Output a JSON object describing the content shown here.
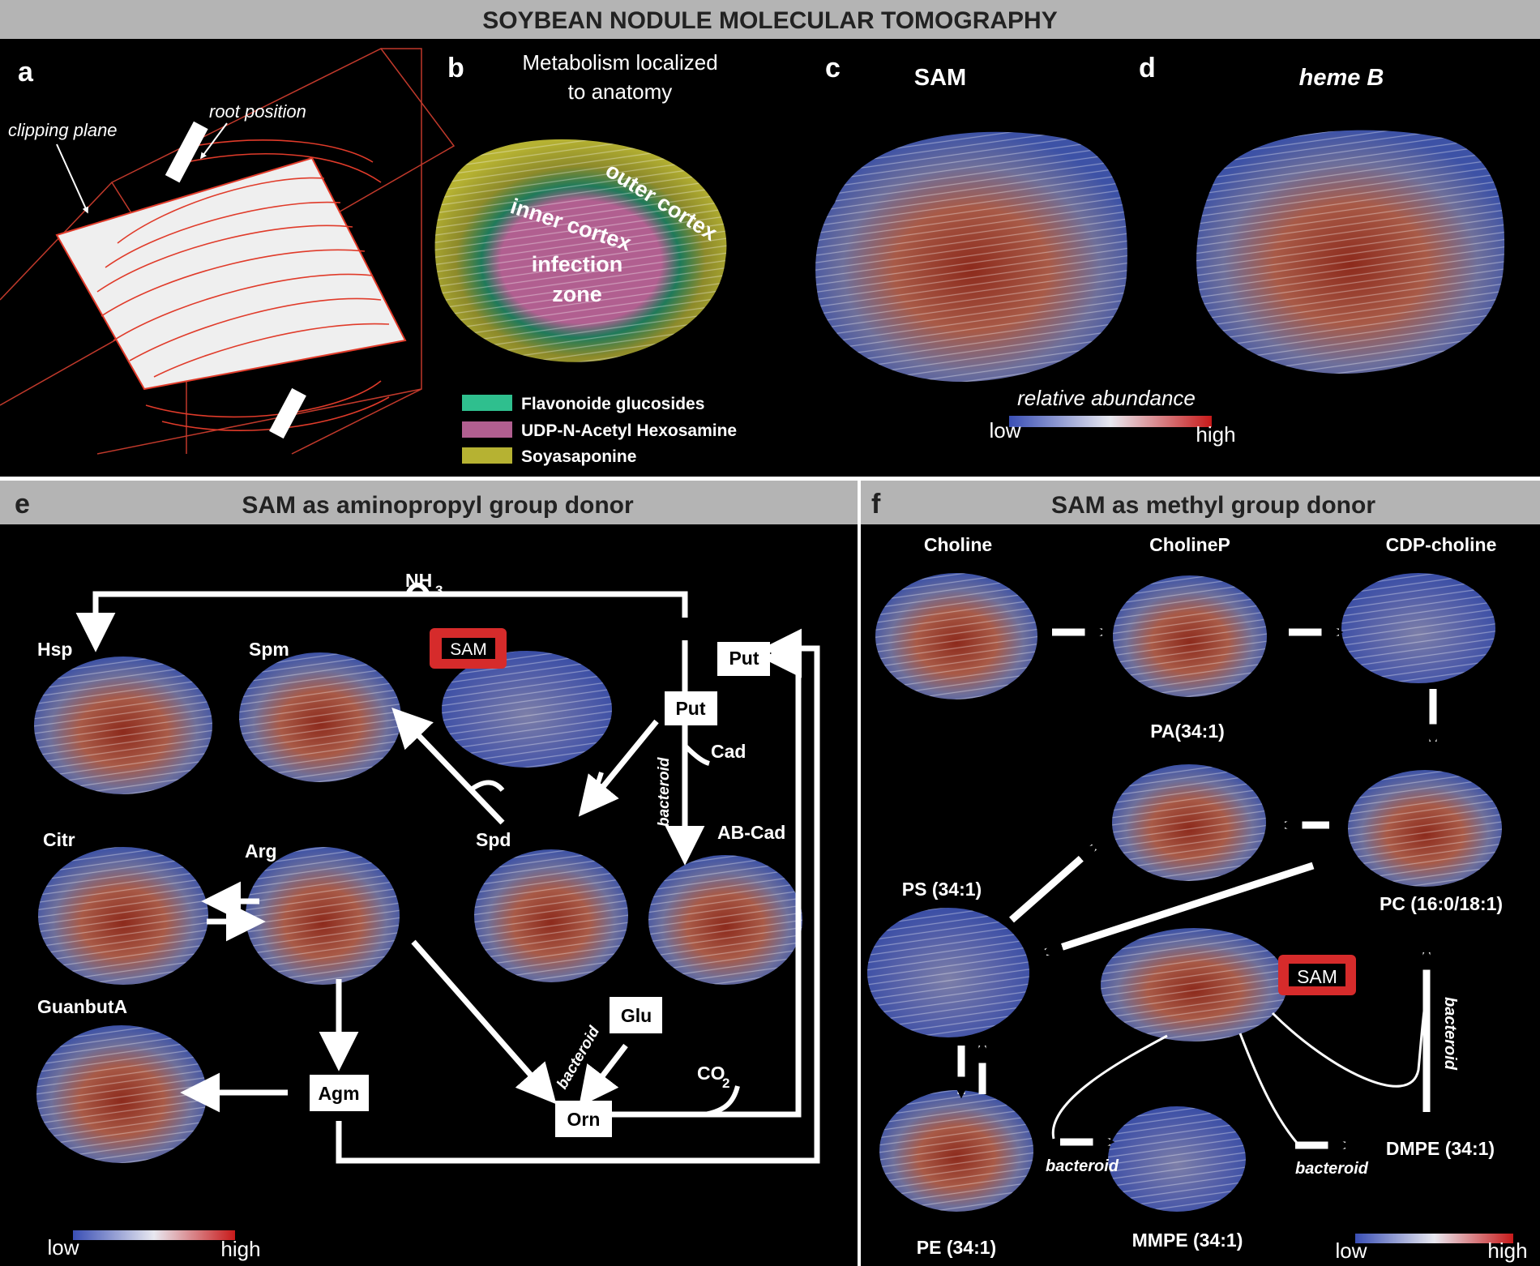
{
  "title": "SOYBEAN NODULE MOLECULAR TOMOGRAPHY",
  "colors": {
    "header_bg": "#b4b4b4",
    "panel_bg": "#000000",
    "arrow": "#ffffff",
    "sam_box": "#d62b2b",
    "clip_lines": "#e03b2a",
    "flavonoide": "#2fbf8e",
    "udp": "#b15f90",
    "soyasaponine": "#b6b232"
  },
  "panel_a": {
    "letter": "a",
    "root_position": "root position",
    "clipping_plane": "clipping plane"
  },
  "panel_b": {
    "letter": "b",
    "title_line1": "Metabolism localized",
    "title_line2": "to anatomy",
    "outer_cortex": "outer cortex",
    "inner_cortex": "inner cortex",
    "infection_line1": "infection",
    "infection_line2": "zone",
    "legend": [
      {
        "label": "Flavonoide glucosides",
        "color": "#2fbf8e"
      },
      {
        "label": "UDP-N-Acetyl Hexosamine",
        "color": "#b15f90"
      },
      {
        "label": "Soyasaponine",
        "color": "#b6b232"
      }
    ]
  },
  "panel_c": {
    "letter": "c",
    "label": "SAM"
  },
  "panel_d": {
    "letter": "d",
    "label": "heme B"
  },
  "colorbar_top": {
    "title": "relative abundance",
    "low": "low",
    "high": "high"
  },
  "panel_e": {
    "letter": "e",
    "header": "SAM as aminopropyl group donor",
    "nodes": {
      "hsp": "Hsp",
      "spm": "Spm",
      "sam": "SAM",
      "put1": "Put",
      "put2": "Put",
      "cad": "Cad",
      "nh3": "NH",
      "nh3_sub": "3",
      "citr": "Citr",
      "arg": "Arg",
      "spd": "Spd",
      "abcad": "AB-Cad",
      "guanbuta": "GuanbutA",
      "agm": "Agm",
      "glu": "Glu",
      "orn": "Orn",
      "co2": "CO",
      "co2_sub": "2",
      "bacteroid1": "bacteroid",
      "bacteroid2": "bacteroid"
    },
    "colorbar": {
      "low": "low",
      "high": "high"
    }
  },
  "panel_f": {
    "letter": "f",
    "header": "SAM as methyl group donor",
    "nodes": {
      "choline": "Choline",
      "cholinep": "CholineP",
      "cdpcholine": "CDP-choline",
      "pa": "PA(34:1)",
      "ps": "PS (34:1)",
      "pc": "PC (16:0/18:1)",
      "sam": "SAM",
      "pe": "PE (34:1)",
      "mmpe": "MMPE (34:1)",
      "dmpe": "DMPE (34:1)",
      "bacteroid1": "bacteroid",
      "bacteroid2": "bacteroid",
      "bacteroid3": "bacteroid"
    },
    "colorbar": {
      "low": "low",
      "high": "high"
    }
  }
}
